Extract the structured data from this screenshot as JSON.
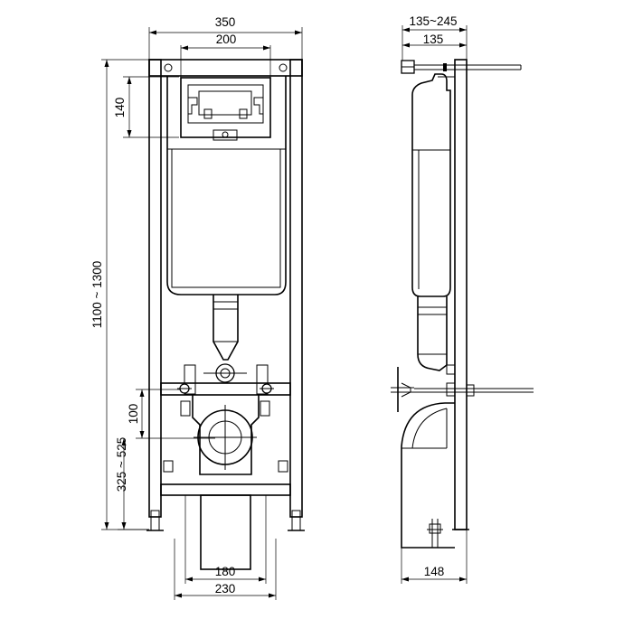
{
  "drawing": {
    "front_view": {
      "dimensions": {
        "frame_width": "350",
        "cistern_width": "200",
        "button_height": "140",
        "total_height": "1100 ~ 1300",
        "offset_100": "100",
        "drain_height": "325 ~ 525",
        "feet_spacing": "180",
        "bracket_width": "230"
      }
    },
    "side_view": {
      "dimensions": {
        "depth_range": "135~245",
        "depth": "135",
        "base_depth": "148"
      }
    }
  }
}
